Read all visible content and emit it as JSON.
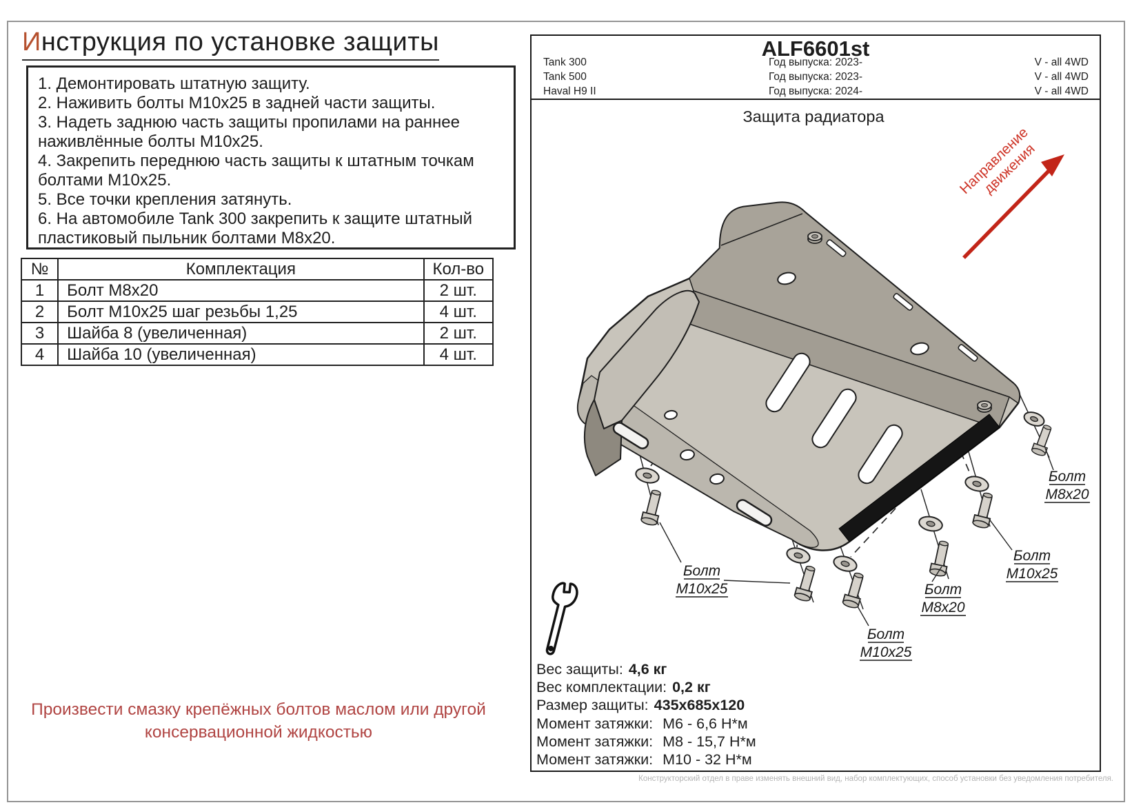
{
  "page": {
    "title_first_letter": "И",
    "title_rest": "нструкция по установке защиты",
    "instructions": [
      "1. Демонтировать штатную защиту.",
      "2. Наживить болты М10х25 в задней части защиты.",
      "3. Надеть заднюю часть защиты пропилами на раннее наживлённые болты М10х25.",
      "4. Закрепить переднюю часть защиты к штатным точкам болтами М10х25.",
      "5. Все точки крепления затянуть.",
      "6. На автомобиле Tank 300 закрепить к защите штатный пластиковый пыльник болтами М8х20."
    ],
    "table": {
      "headers": [
        "№",
        "Комплектация",
        "Кол-во"
      ],
      "rows": [
        {
          "num": "1",
          "name": "Болт М8х20",
          "qty": "2 шт."
        },
        {
          "num": "2",
          "name": "Болт М10х25 шаг резьбы 1,25",
          "qty": "4 шт."
        },
        {
          "num": "3",
          "name": "Шайба 8 (увеличенная)",
          "qty": "2 шт."
        },
        {
          "num": "4",
          "name": "Шайба 10 (увеличенная)",
          "qty": "4 шт."
        }
      ]
    },
    "warning": {
      "line1": "Произвести смазку крепёжных болтов маслом или другой",
      "line2": "консервационной жидкостью"
    }
  },
  "panel": {
    "code": "ALF6601st",
    "vehicles": [
      {
        "model": "Tank 300",
        "year": "Год выпуска: 2023-",
        "drive": "V - all 4WD"
      },
      {
        "model": "Tank 500",
        "year": "Год выпуска: 2023-",
        "drive": "V - all 4WD"
      },
      {
        "model": "Haval H9 II",
        "year": "Год выпуска: 2024-",
        "drive": "V - all 4WD"
      }
    ],
    "drawing": {
      "title": "Защита радиатора",
      "direction_line1": "Направление",
      "direction_line2": "движения",
      "bolt_labels": [
        {
          "name": "Болт",
          "size": "М8х20"
        },
        {
          "name": "Болт",
          "size": "М10х25"
        },
        {
          "name": "Болт",
          "size": "М8х20"
        },
        {
          "name": "Болт",
          "size": "М10х25"
        },
        {
          "name": "Болт",
          "size": "М10х25"
        }
      ]
    },
    "specs": [
      {
        "label": "Вес защиты:",
        "value": "4,6 кг"
      },
      {
        "label": "Вес комплектации:",
        "value": "0,2 кг"
      },
      {
        "label": "Размер защиты:",
        "value": "435х685х120"
      },
      {
        "label": "Момент затяжки:",
        "value": "М6 - 6,6 Н*м"
      },
      {
        "label": "Момент затяжки:",
        "value": "М8 - 15,7 Н*м"
      },
      {
        "label": "Момент затяжки:",
        "value": "М10 - 32 Н*м"
      }
    ],
    "footnote": "Конструкторский отдел в праве изменять внешний вид, набор комплектующих, способ установки без уведомления потребителя."
  },
  "colors": {
    "accent_red": "#ce3528",
    "warning_red": "#b04442",
    "plate_light": "#c8c4bb",
    "plate_dark_band": "#a29d93"
  }
}
